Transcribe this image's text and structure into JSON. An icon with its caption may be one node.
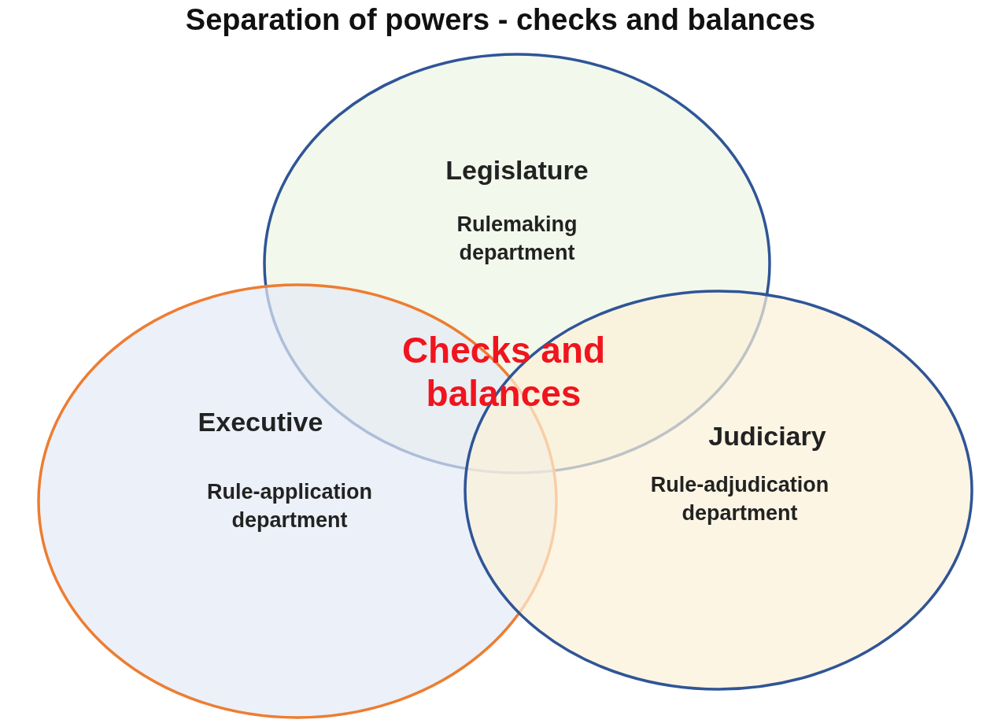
{
  "diagram": {
    "title": "Separation of powers - checks and balances",
    "nodes": [
      {
        "text": [
          "Legislature",
          "Rulemaking department"
        ]
      },
      {
        "text": [
          "Executive",
          "Rule-application department"
        ]
      },
      {
        "text": [
          "Judiciary",
          "Rule-adjudication department"
        ]
      }
    ],
    "labels": [
      "Checks and balances"
    ]
  }
}
